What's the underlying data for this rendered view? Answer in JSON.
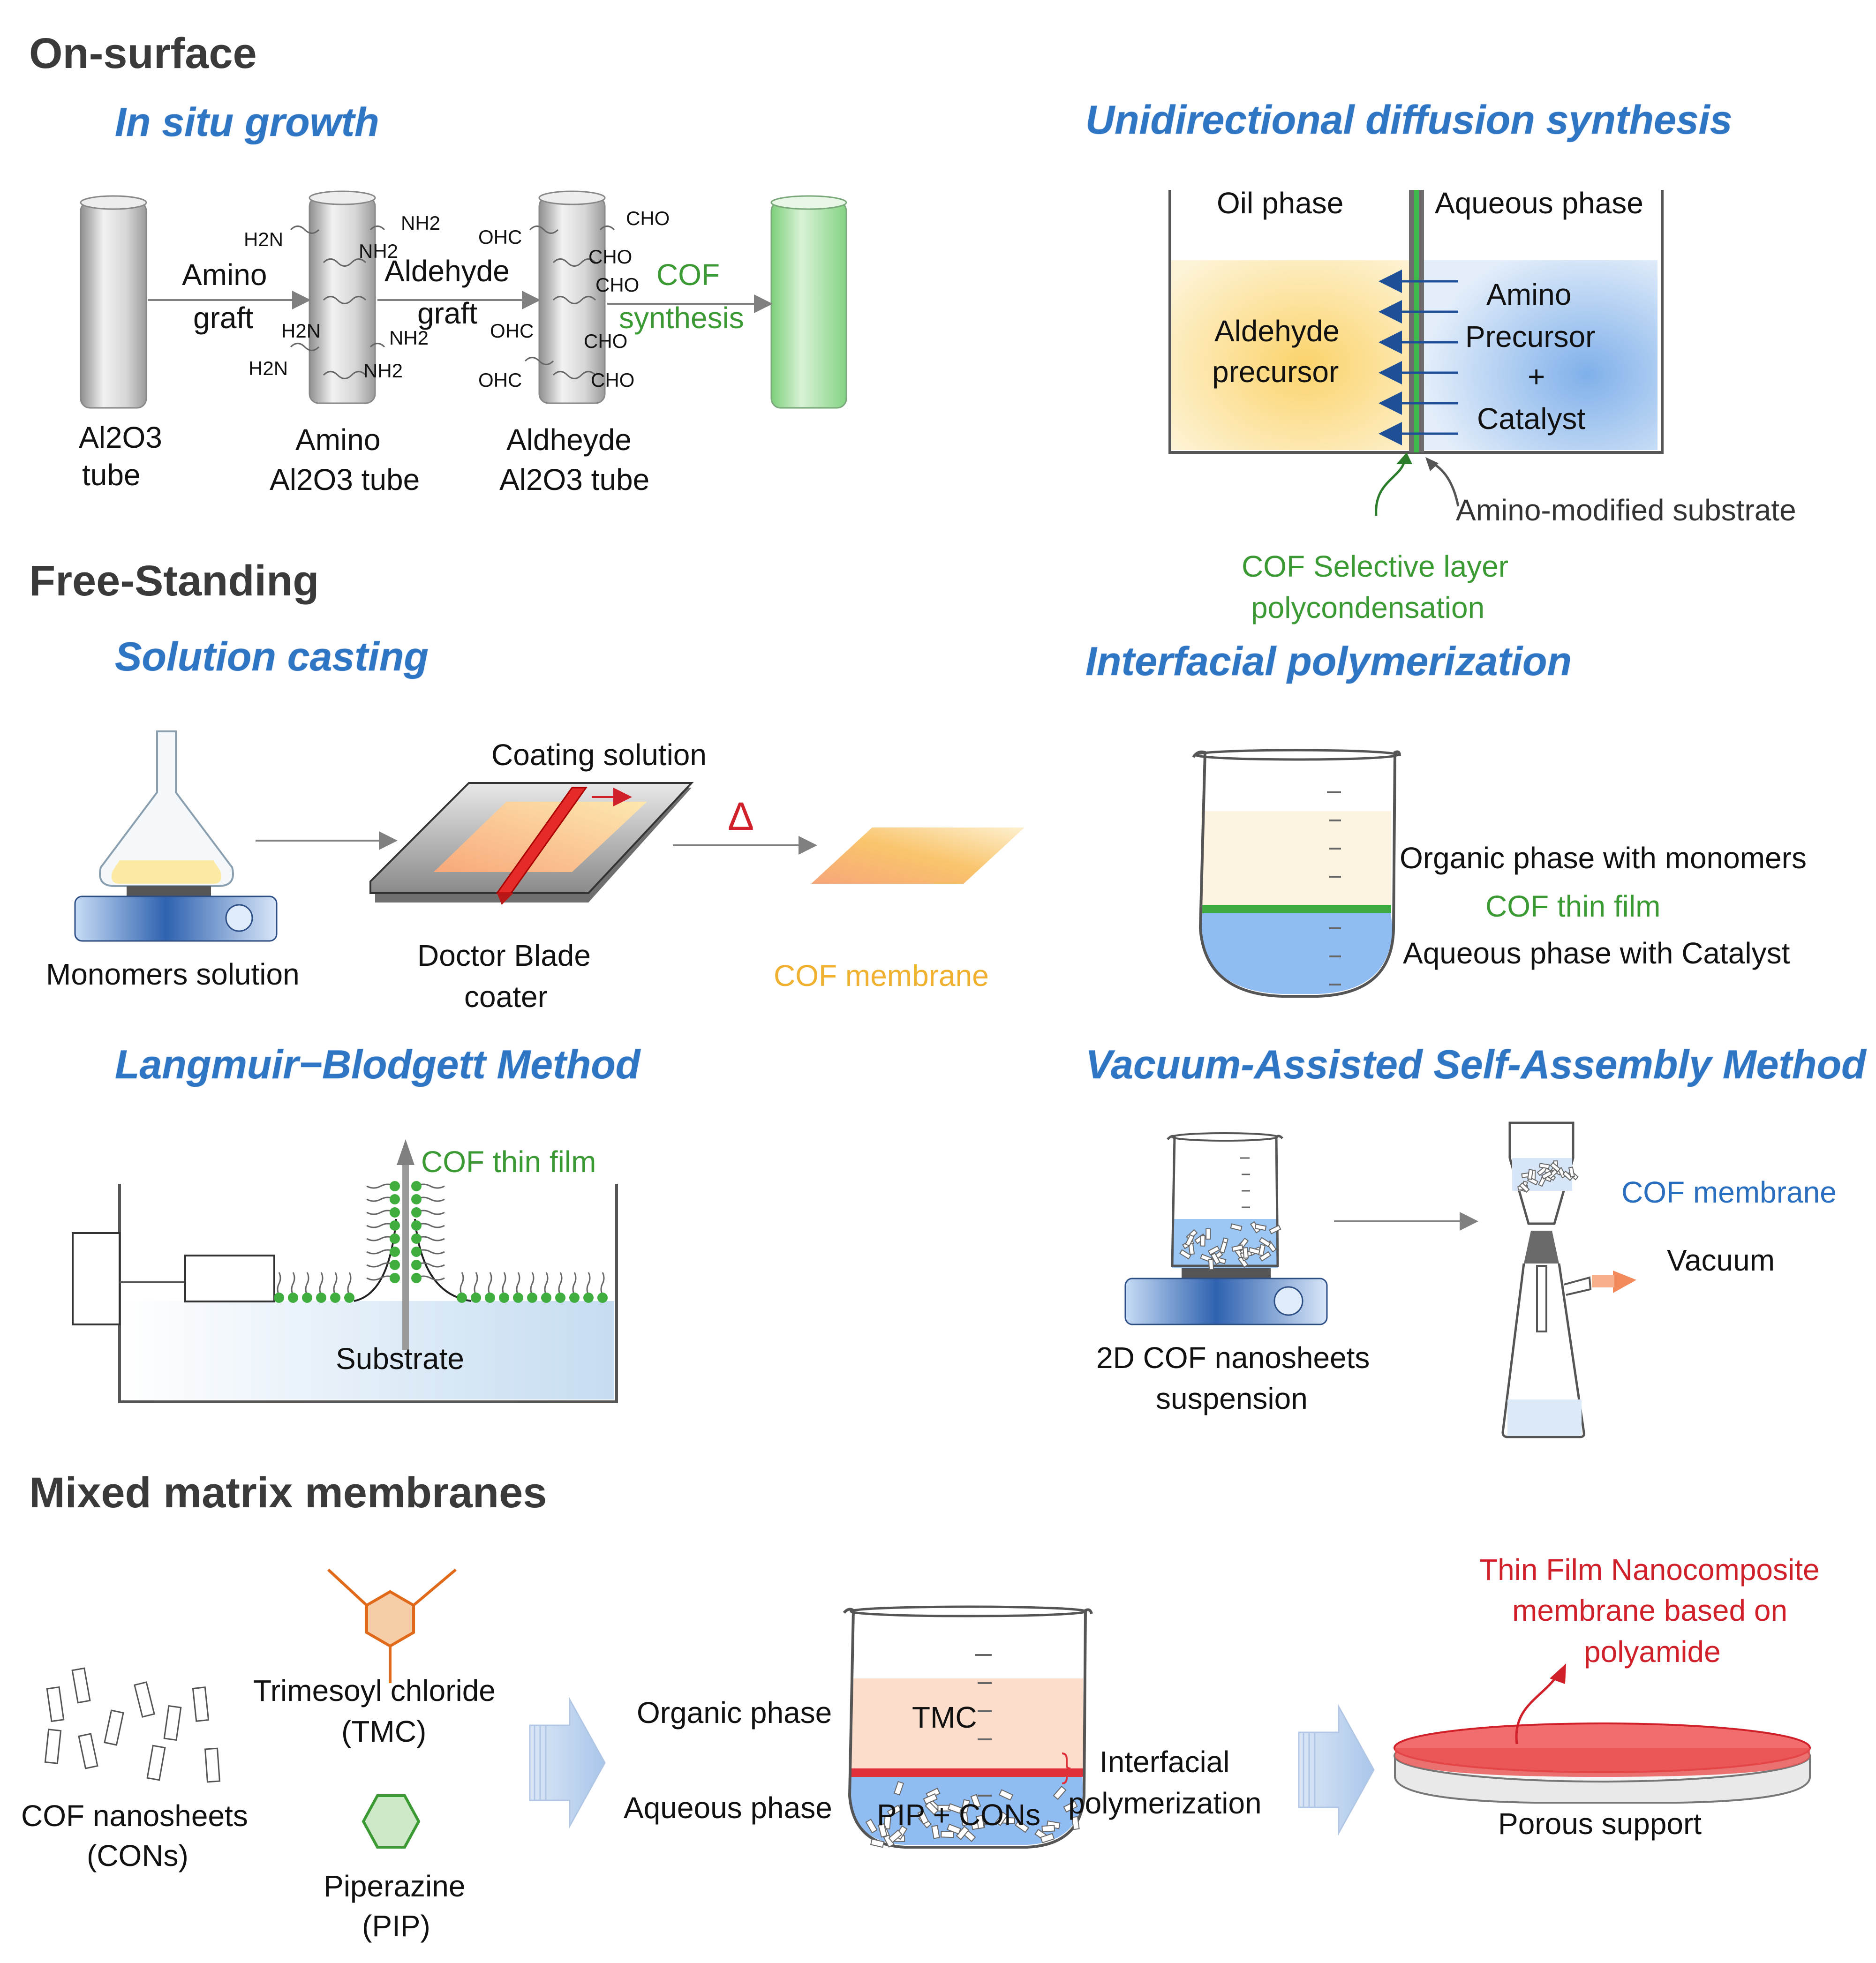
{
  "sections": {
    "on_surface": "On-surface",
    "free_standing": "Free-Standing",
    "mixed_matrix": "Mixed matrix membranes"
  },
  "in_situ": {
    "title": "In situ growth",
    "tube1_label": [
      "Al",
      "2",
      "O",
      "3",
      " tube"
    ],
    "tube1_line1": "Al2O3",
    "tube1_line2": "tube",
    "arrow1": [
      "Amino",
      "graft"
    ],
    "tube2_line1": "Amino",
    "tube2_line2": "Al2O3 tube",
    "arrow2": [
      "Aldehyde",
      "graft"
    ],
    "tube3_line1": "Aldheyde",
    "tube3_line2": "Al2O3 tube",
    "arrow3": [
      "COF",
      "synthesis"
    ],
    "nh2": "NH2",
    "h2n": "H2N",
    "cho": "CHO",
    "ohc": "OHC"
  },
  "unidirectional": {
    "title": "Unidirectional diffusion synthesis",
    "oil_phase": "Oil phase",
    "aqueous_phase": "Aqueous phase",
    "aldehyde": [
      "Aldehyde",
      "precursor"
    ],
    "amino": [
      "Amino",
      "Precursor",
      "+",
      "Catalyst"
    ],
    "substrate_label": "Amino-modified substrate",
    "cof_layer": [
      "COF Selective layer",
      "polycondensation"
    ]
  },
  "solution_casting": {
    "title": "Solution casting",
    "coating_solution": "Coating solution",
    "delta": "Δ",
    "monomers": "Monomers solution",
    "doctor_blade": [
      "Doctor Blade",
      "coater"
    ],
    "cof_membrane": "COF membrane"
  },
  "interfacial": {
    "title": "Interfacial polymerization",
    "organic": "Organic phase with monomers",
    "film": "COF thin film",
    "aqueous": "Aqueous phase with Catalyst"
  },
  "langmuir": {
    "title": "Langmuir−Blodgett Method",
    "film": "COF thin film",
    "substrate": "Substrate"
  },
  "vacuum": {
    "title": "Vacuum-Assisted Self-Assembly Method",
    "cof_membrane": "COF membrane",
    "vacuum": "Vacuum",
    "suspension": [
      "2D COF nanosheets",
      "suspension"
    ]
  },
  "mmm": {
    "cons": [
      "COF nanosheets",
      "(CONs)"
    ],
    "tmc": [
      "Trimesoyl chloride",
      "(TMC)"
    ],
    "pip": [
      "Piperazine",
      "(PIP)"
    ],
    "organic_phase": "Organic phase",
    "aqueous_phase": "Aqueous phase",
    "tmc_short": "TMC",
    "pip_cons": "PIP + CONs",
    "interfacial": [
      "Interfacial",
      "polymerization"
    ],
    "tfn": [
      "Thin Film Nanocomposite",
      "membrane based on",
      "polyamide"
    ],
    "porous_support": "Porous support"
  },
  "colors": {
    "heading": "#3a3a3a",
    "subtitle_blue": "#2e75c4",
    "cof_green": "#3c9a35",
    "membrane_orange": "#f0b030",
    "tfn_red": "#d0202a"
  }
}
